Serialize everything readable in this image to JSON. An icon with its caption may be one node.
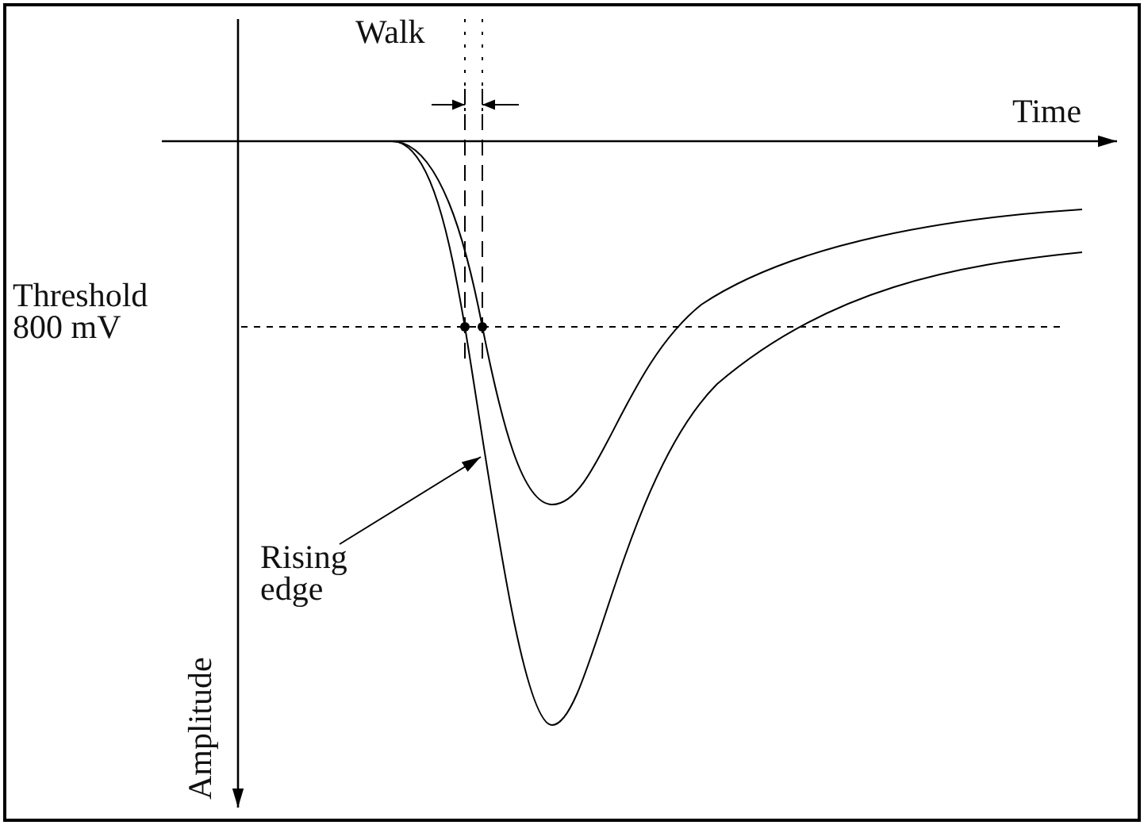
{
  "diagram": {
    "nodes": [
      {
        "text": [
          "Rising edge"
        ]
      },
      {
        "text": [],
        "shape": "curve"
      }
    ],
    "edges": [
      {
        "from": 0,
        "to": 1,
        "arrow": "to"
      }
    ],
    "labels": [
      "Walk",
      "Time",
      "Threshold 800 mV",
      "Amplitude"
    ]
  }
}
